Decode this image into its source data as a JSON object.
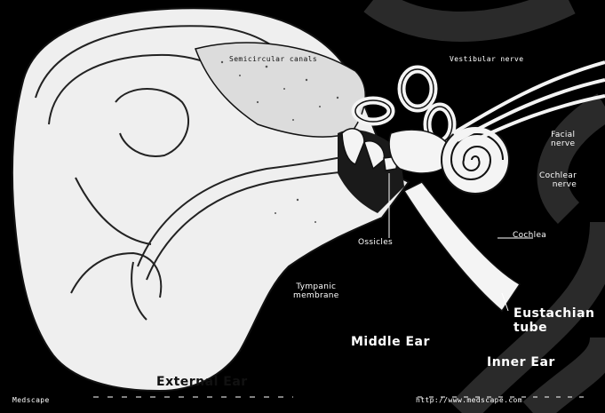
{
  "labels": {
    "semicircular_canals": "Semicircular canals",
    "vestibular_nerve": "Vestibular nerve",
    "facial_nerve": "Facial\nnerve",
    "cochlear_nerve": "Cochlear\nnerve",
    "cochlea": "Cochlea",
    "ossicles": "Ossicles",
    "tympanic_membrane": "Tympanic\nmembrane",
    "eustachian_tube": "Eustachian\ntube",
    "middle_ear": "Middle Ear",
    "inner_ear": "Inner Ear",
    "external_ear": "External Ear",
    "footer_left": "Medscape",
    "footer_right": "http://www.medscape.com"
  }
}
